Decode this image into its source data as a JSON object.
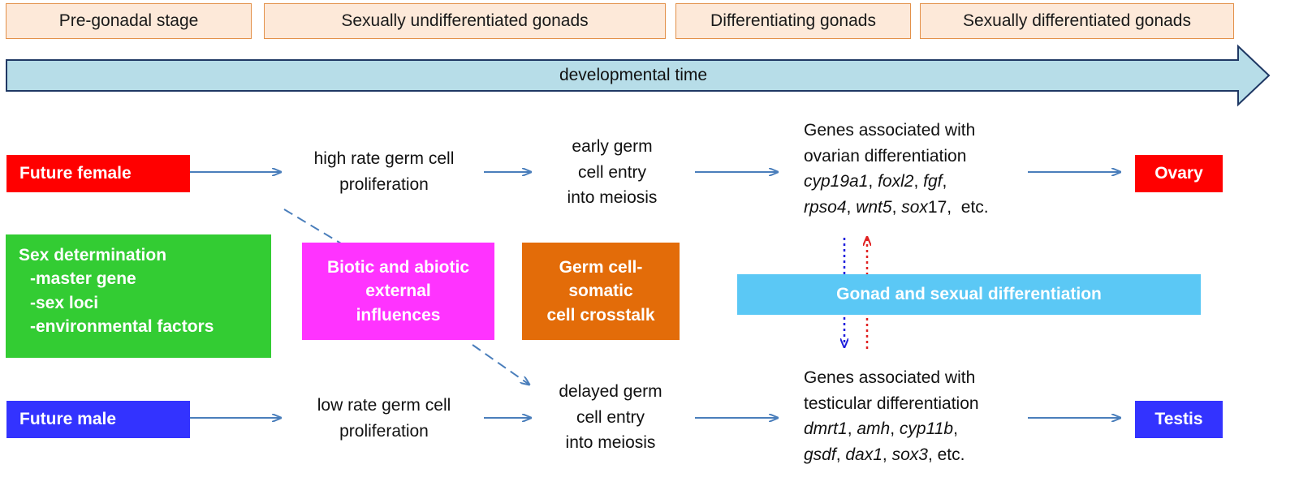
{
  "stages": [
    "Pre-gonadal stage",
    "Sexually undifferentiated gonads",
    "Differentiating gonads",
    "Sexually differentiated gonads"
  ],
  "timeline": {
    "label": "developmental time"
  },
  "female": {
    "label": "Future female",
    "step1": [
      "high rate germ cell",
      "proliferation"
    ],
    "step2": [
      "early germ",
      "cell entry",
      "into meiosis"
    ],
    "genes_heading": [
      "Genes associated with",
      "ovarian differentiation"
    ],
    "genes_line1": {
      "g1": "cyp19a1",
      "g2": "foxl2",
      "g3": "fgf"
    },
    "genes_line2": {
      "g1": "rpso4",
      "g2": "wnt5",
      "g3": "sox",
      "g3_num": "17",
      "tail": "etc."
    },
    "outcome": "Ovary"
  },
  "male": {
    "label": "Future male",
    "step1": [
      "low rate germ cell",
      "proliferation"
    ],
    "step2": [
      "delayed germ",
      "cell entry",
      "into meiosis"
    ],
    "genes_heading": [
      "Genes associated with",
      "testicular differentiation"
    ],
    "genes_line1": {
      "g1": "dmrt1",
      "g2": "amh",
      "g3": "cyp11b"
    },
    "genes_line2": {
      "g1": "gsdf",
      "g2": "dax1",
      "g3": "sox3",
      "tail": "etc."
    },
    "outcome": "Testis"
  },
  "sex_determination": {
    "title": "Sex determination",
    "items": [
      "-master gene",
      "-sex loci",
      "-environmental factors"
    ]
  },
  "external": [
    "Biotic and abiotic",
    "external",
    "influences"
  ],
  "crosstalk": [
    "Germ cell-",
    "somatic",
    "cell crosstalk"
  ],
  "gonad_bar": {
    "label": "Gonad and sexual differentiation"
  },
  "colors": {
    "stage_fill": "#fde9d9",
    "stage_border": "#e3914a",
    "timeline_fill": "#b7dde8",
    "timeline_border": "#1f3864",
    "female": "#ff0000",
    "male": "#3333ff",
    "sex_determination": "#33cc33",
    "external": "#ff33ff",
    "crosstalk": "#e36c09",
    "gonad_bar": "#5bc8f5",
    "arrow": "#4a7ebb"
  }
}
